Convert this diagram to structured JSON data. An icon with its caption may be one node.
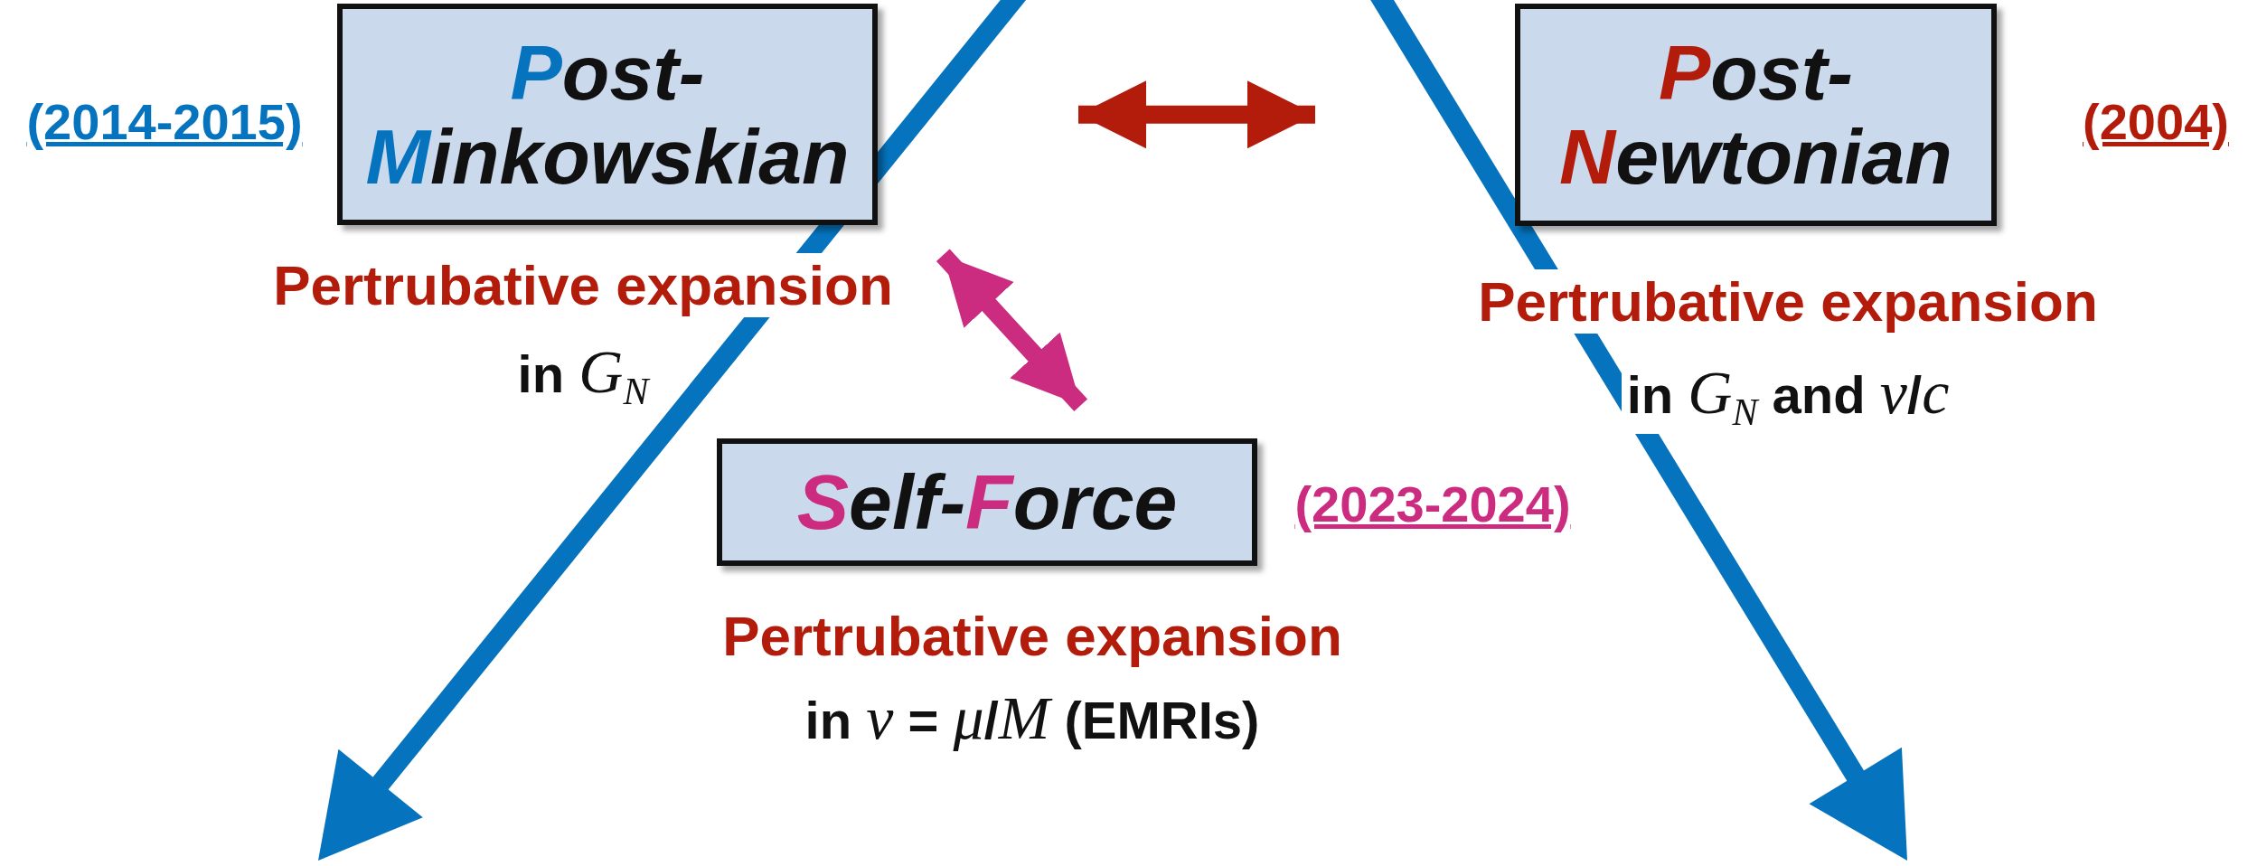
{
  "diagram": {
    "nodes": [
      {
        "text": [
          "Post- Minkowskian"
        ],
        "beside": [
          "(2014-2015)",
          "Pertrubative expansion",
          "in *G*$_{N}$"
        ]
      },
      {
        "text": [
          "Post- Newtonian"
        ],
        "beside": [
          "(2004)",
          "Pertrubative expansion",
          "in *G*$_{N}$ and *v*/*c*"
        ]
      },
      {
        "text": [
          "Self-Force"
        ],
        "beside": [
          "(2023-2024)",
          "Pertrubative expansion",
          "in *ν* = *μ*/*M* (EMRIs)"
        ]
      }
    ],
    "edges": [
      {
        "from": 0,
        "to": 1,
        "arrow": "both",
        "color": "#b31b0b"
      },
      {
        "from": 0,
        "to": 2,
        "arrow": "both",
        "color": "#cc2c7f"
      }
    ]
  }
}
